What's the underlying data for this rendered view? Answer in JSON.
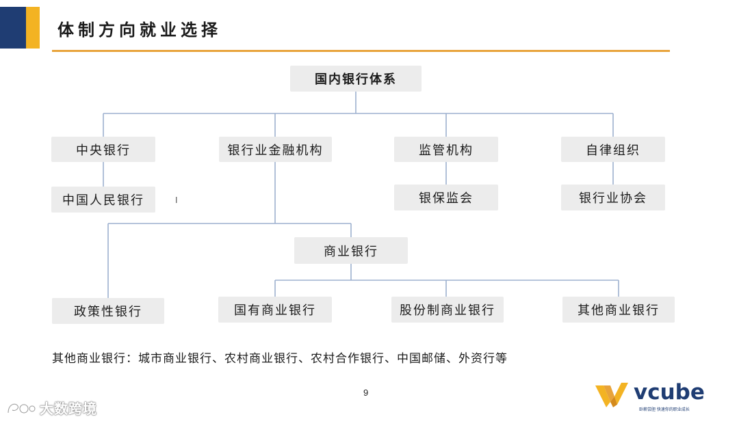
{
  "header": {
    "title": "体制方向就业选择",
    "colors": {
      "accent_blue": "#1f3d73",
      "accent_gold": "#f3b323",
      "rule": "#e8a33a",
      "connector": "#9db0cf",
      "box_fill": "#ececec"
    }
  },
  "diagram": {
    "root": "国内银行体系",
    "level1": [
      "中央银行",
      "银行业金融机构",
      "监管机构",
      "自律组织"
    ],
    "central_bank_child": "中国人民银行",
    "regulator_child": "银保监会",
    "self_regulatory_child": "银行业协会",
    "commercial_bank": "商业银行",
    "bottom": [
      "政策性银行",
      "国有商业银行",
      "股份制商业银行",
      "其他商业银行"
    ]
  },
  "cursor_glyph": "I",
  "note": "其他商业银行：城市商业银行、农村商业银行、农村合作银行、中国邮储、外资行等",
  "footer": {
    "page_number": "9",
    "watermark": "大数跨境",
    "logo_text": "vcube",
    "logo_tagline": "卧薪尝胆 快速你的职业成长"
  }
}
